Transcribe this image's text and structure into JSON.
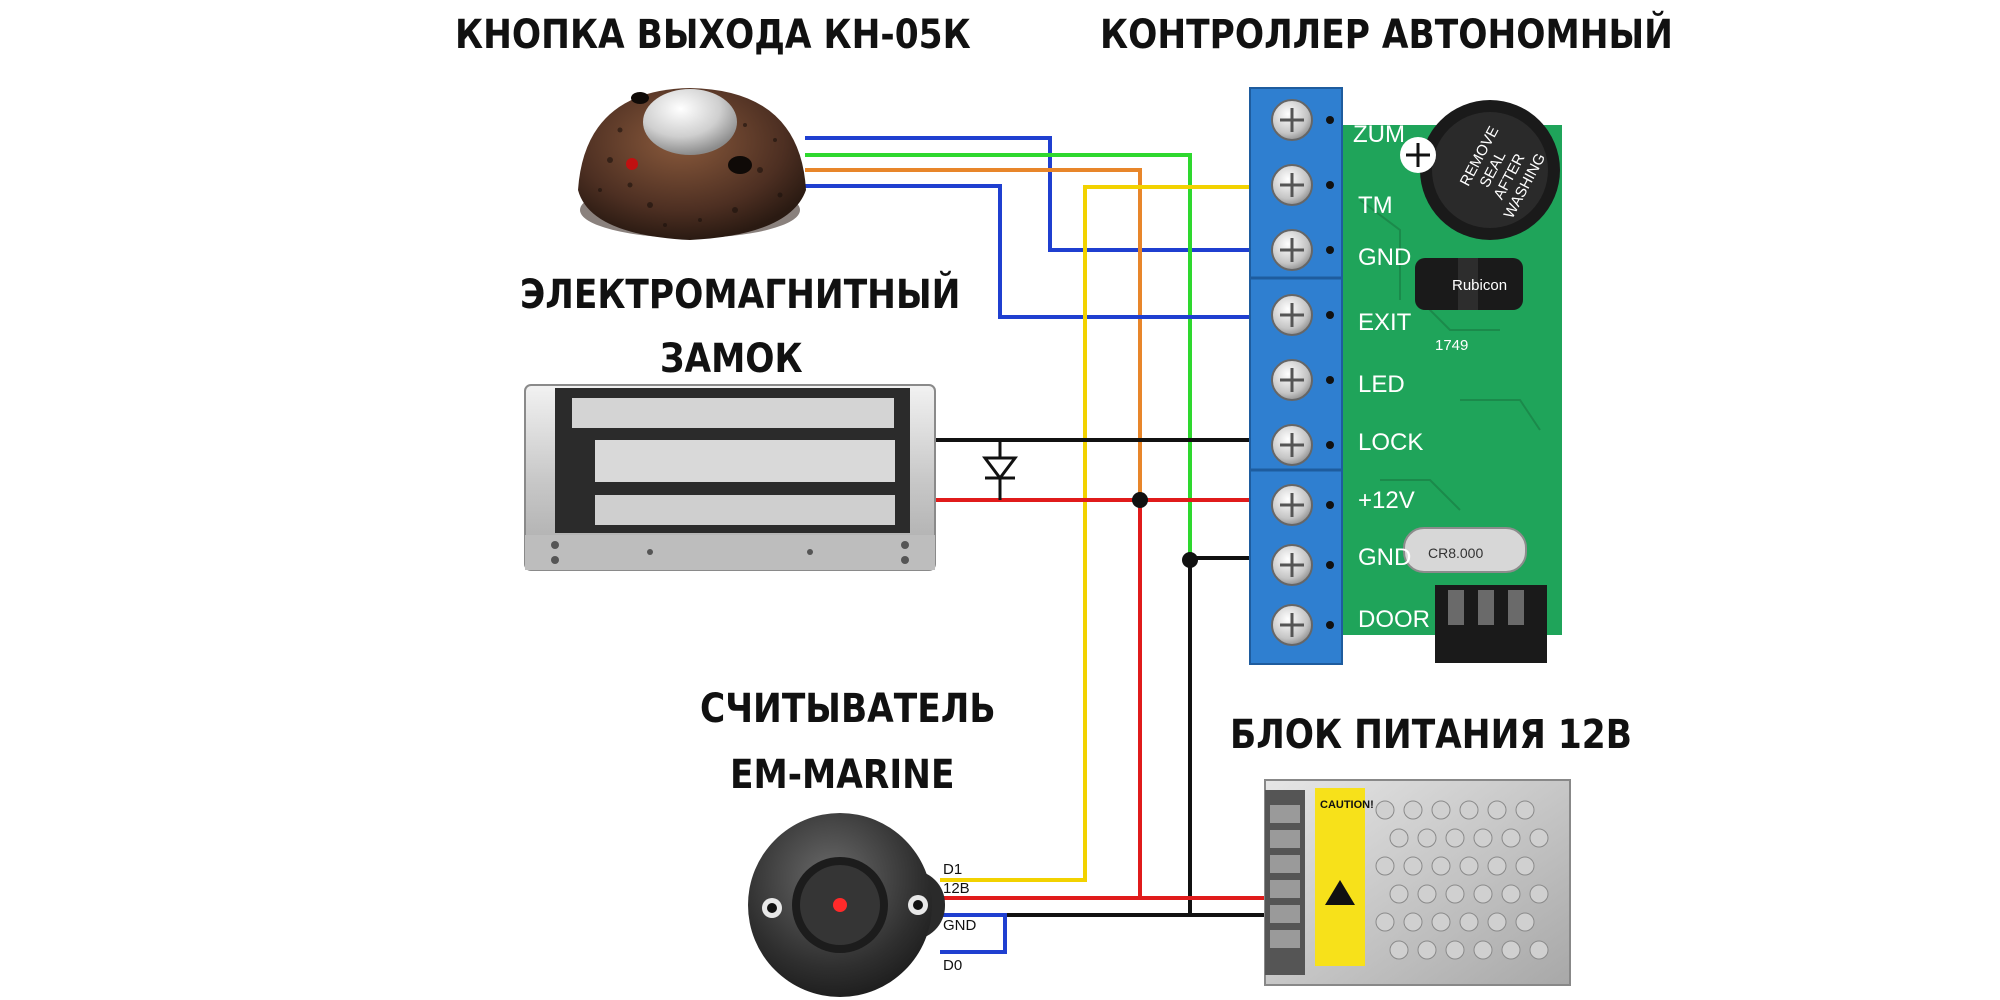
{
  "titles": {
    "exit_button": "КНОПКА ВЫХОДА КН-05К",
    "controller": "КОНТРОЛЛЕР АВТОНОМНЫЙ",
    "lock_line1": "ЭЛЕКТРОМАГНИТНЫЙ",
    "lock_line2": "ЗАМОК",
    "reader_line1": "СЧИТЫВАТЕЛЬ",
    "reader_line2": "EM-MARINE",
    "psu": "БЛОК ПИТАНИЯ 12В"
  },
  "controller_pins": [
    "ZUM",
    "TM",
    "GND",
    "EXIT",
    "LED",
    "LOCK",
    "+12V",
    "GND",
    "DOOR"
  ],
  "reader_wires": [
    "D1",
    "12В",
    "GND",
    "D0"
  ],
  "buzzer_text": [
    "REMOVE",
    "SEAL",
    "AFTER",
    "WASHING"
  ],
  "board_marks": {
    "capacitor": "Rubicon",
    "code": "1749",
    "crystal": "CR8.000",
    "psu_caution": "CAUTION!"
  },
  "wire_colors": {
    "blue": "#1f3fd0",
    "green": "#2ed82e",
    "orange": "#e8862a",
    "yellow": "#f2d200",
    "red": "#e01b1b",
    "black": "#111111"
  }
}
